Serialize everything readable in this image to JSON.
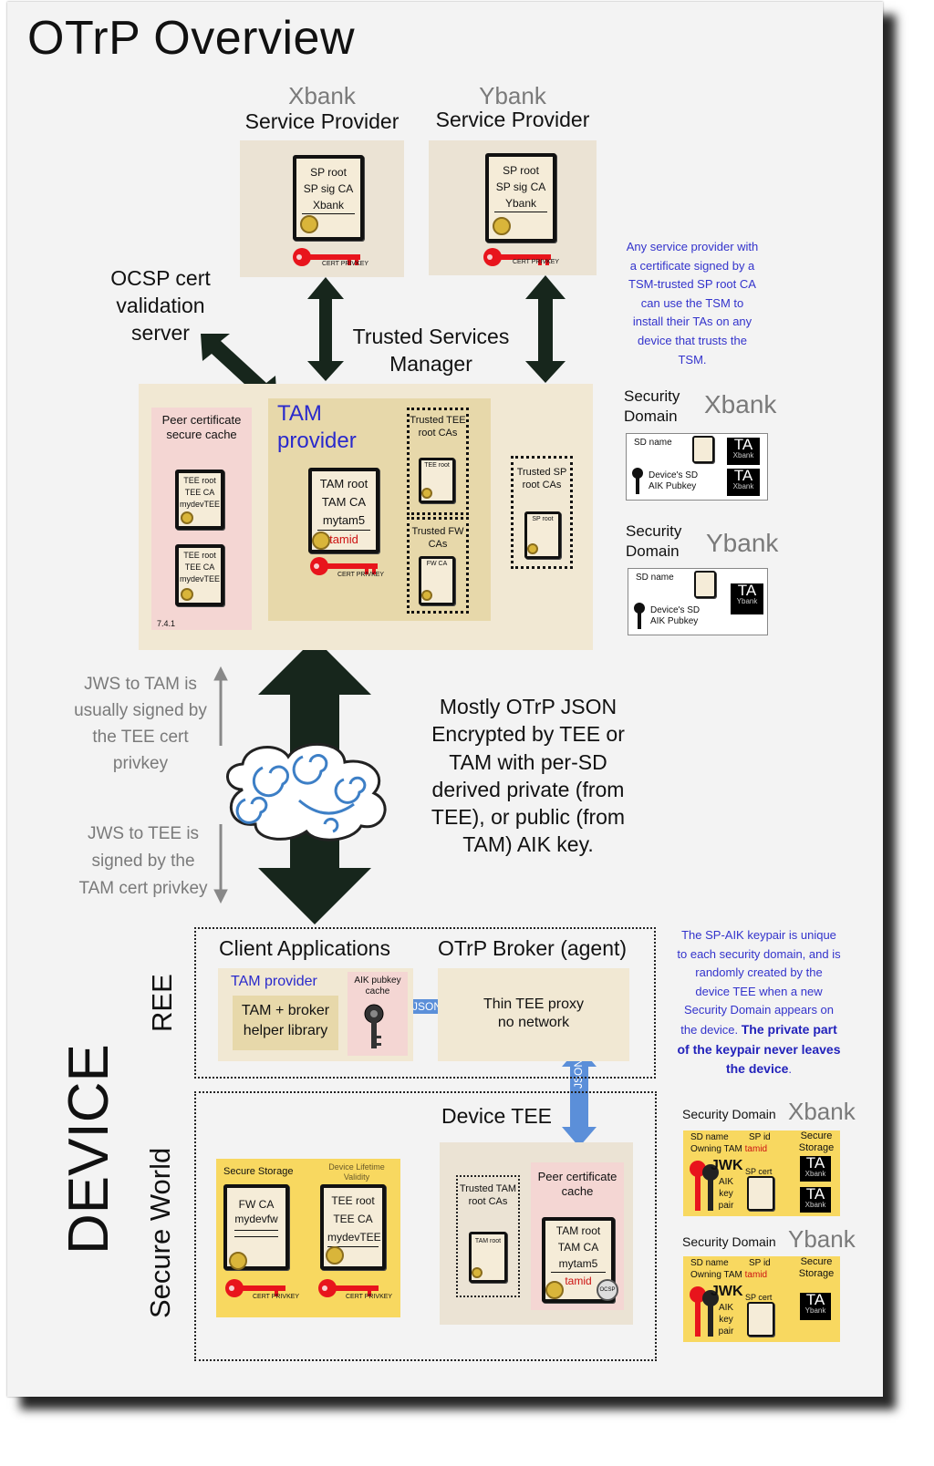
{
  "title": "OTrP Overview",
  "sp_xbank": {
    "name": "Xbank",
    "label": "Service Provider",
    "cert_lines": [
      "SP root",
      "SP sig CA",
      "Xbank"
    ],
    "key_label": "CERT PRIVKEY"
  },
  "sp_ybank": {
    "name": "Ybank",
    "label": "Service Provider",
    "cert_lines": [
      "SP root",
      "SP sig CA",
      "Ybank"
    ],
    "key_label": "CERT PRIVKEY"
  },
  "ocsp": "OCSP cert validation server",
  "tsm": "Trusted Services Manager",
  "sp_note": "Any service provider with a certificate signed by a TSM-trusted SP root CA can use the TSM to install their TAs on any device that trusts the TSM.",
  "tam": {
    "peer_cache": "Peer certificate secure cache",
    "peer_cert1": [
      "TEE root",
      "TEE CA",
      "mydevTEE"
    ],
    "peer_cert2": [
      "TEE root",
      "TEE CA",
      "mydevTEE"
    ],
    "version": "7.4.1",
    "provider": "TAM provider",
    "tam_cert": [
      "TAM root",
      "TAM CA",
      "mytam5"
    ],
    "tamid": "tamid",
    "key_label": "CERT PRIVKEY",
    "trusted_tee": "Trusted TEE root CAs",
    "tee_root": "TEE root",
    "trusted_fw": "Trusted FW CAs",
    "fw_ca": "FW CA",
    "trusted_sp": "Trusted SP root CAs",
    "sp_root": "SP root"
  },
  "sd_xbank": {
    "label": "Security Domain",
    "bank": "Xbank",
    "sd_name": "SD name",
    "aik": "Device's SD AIK Pubkey",
    "ta": "TA",
    "ta_sub": "Xbank"
  },
  "sd_ybank": {
    "label": "Security Domain",
    "bank": "Ybank",
    "sd_name": "SD name",
    "aik": "Device's SD AIK Pubkey",
    "ta": "TA",
    "ta_sub": "Ybank"
  },
  "jws_tam": "JWS to TAM is usually signed by the TEE cert privkey",
  "jws_tee": "JWS to TEE is signed by the TAM cert privkey",
  "mostly": "Mostly OTrP JSON Encrypted by TEE or TAM with per-SD derived private (from TEE), or public (from TAM) AIK key.",
  "device": "DEVICE",
  "ree": "REE",
  "secure_world": "Secure World",
  "client_apps": "Client Applications",
  "tam_provider": "TAM provider",
  "helper": "TAM + broker helper library",
  "aik_cache": "AIK pubkey cache",
  "json": "JSON",
  "broker": "OTrP Broker (agent)",
  "thin_proxy": "Thin TEE proxy no network",
  "aik_note_plain": "The SP-AIK keypair is unique to each security domain, and is randomly created by the device TEE when a new Security Domain appears on the device.",
  "aik_note_bold": "The private part of the keypair never leaves the device",
  "aik_note_end": ".",
  "device_tee": "Device TEE",
  "secure_storage": "Secure Storage",
  "device_lifetime": "Device Lifetime Validity",
  "fw_cert": [
    "FW CA",
    "mydevfw"
  ],
  "tee_cert": [
    "TEE root",
    "TEE CA",
    "mydevTEE"
  ],
  "trusted_tam": "Trusted TAM root CAs",
  "tam_root": "TAM root",
  "peer_cache2": "Peer certificate cache",
  "peer_tam_cert": [
    "TAM root",
    "TAM CA",
    "mytam5"
  ],
  "ocsp_stamp": "OCSP",
  "sdx_yellow": {
    "label": "Security Domain",
    "bank": "Xbank",
    "sd_name": "SD name",
    "sp_id": "SP id",
    "owning": "Owning TAM",
    "tamid": "tamid",
    "storage": "Secure Storage",
    "jwk": "JWK",
    "aik": "AIK key pair",
    "sp_cert": "SP cert",
    "ta": "TA",
    "ta_sub": "Xbank"
  },
  "sdy_yellow": {
    "label": "Security Domain",
    "bank": "Ybank",
    "sd_name": "SD name",
    "sp_id": "SP id",
    "owning": "Owning TAM",
    "tamid": "tamid",
    "storage": "Secure Storage",
    "jwk": "JWK",
    "aik": "AIK key pair",
    "sp_cert": "SP cert",
    "ta": "TA",
    "ta_sub": "Ybank"
  },
  "colors": {
    "accent_blue": "#2a2acc",
    "tamid_red": "#cc1111",
    "arrow_dark": "#17261c",
    "json_blue": "#5b8fd9"
  }
}
